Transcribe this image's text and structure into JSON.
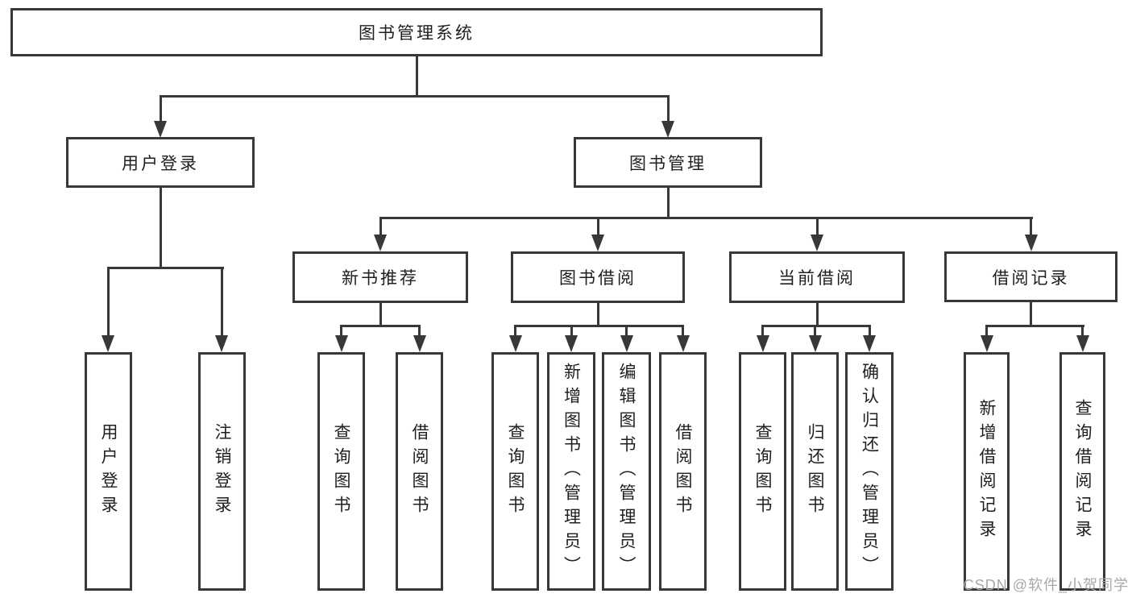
{
  "tree": {
    "label": "图书管理系统",
    "children": [
      {
        "label": "用户登录",
        "children": [
          {
            "label": "用户登录"
          },
          {
            "label": "注销登录"
          }
        ]
      },
      {
        "label": "图书管理",
        "children": [
          {
            "label": "新书推荐",
            "children": [
              {
                "label": "查询图书"
              },
              {
                "label": "借阅图书"
              }
            ]
          },
          {
            "label": "图书借阅",
            "children": [
              {
                "label": "查询图书"
              },
              {
                "label": "新增图书（管理员）"
              },
              {
                "label": "编辑图书（管理员）"
              },
              {
                "label": "借阅图书"
              }
            ]
          },
          {
            "label": "当前借阅",
            "children": [
              {
                "label": "查询图书"
              },
              {
                "label": "归还图书"
              },
              {
                "label": "确认归还（管理员）"
              }
            ]
          },
          {
            "label": "借阅记录",
            "children": [
              {
                "label": "新增借阅记录"
              },
              {
                "label": "查询借阅记录"
              }
            ]
          }
        ]
      }
    ]
  },
  "watermark": {
    "text": "CSDN @软件_小贺同学"
  },
  "colors": {
    "line": "#383838",
    "box_border": "#383838",
    "box_fill": "#ffffff",
    "text": "#1f1f1f",
    "watermark": "#a8a8a8",
    "background": "#ffffff"
  }
}
